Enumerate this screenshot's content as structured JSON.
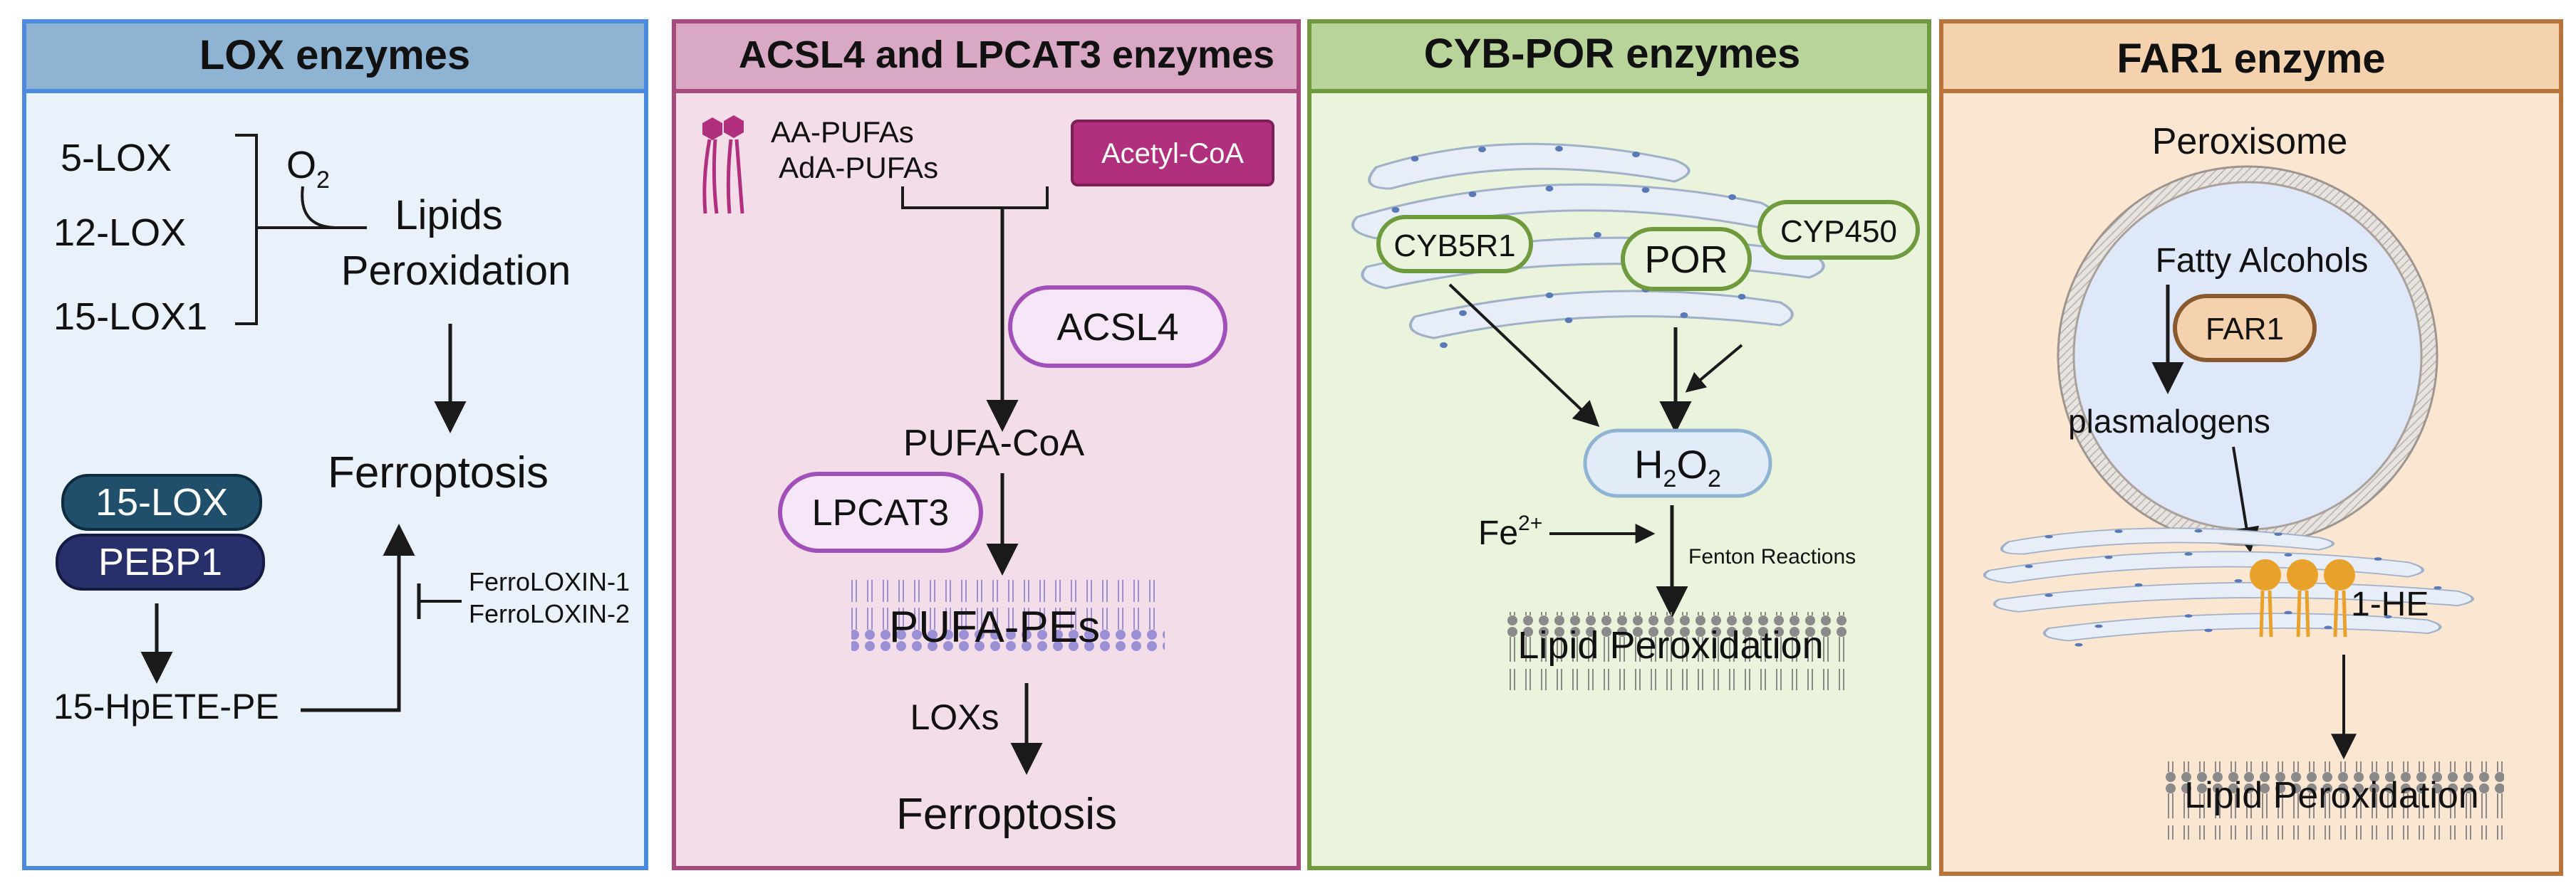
{
  "panels": [
    {
      "title": "LOX enzymes",
      "lox_list": [
        "5-LOX",
        "12-LOX",
        "15-LOX1"
      ],
      "o2_label": "O",
      "o2_sub": "2",
      "lipids_line1": "Lipids",
      "lipids_line2": "Peroxidation",
      "ferroptosis": "Ferroptosis",
      "complex_top": "15-LOX",
      "complex_bottom": "PEBP1",
      "product": "15-HpETE-PE",
      "inhibitors": [
        "FerroLOXIN-1",
        "FerroLOXIN-2"
      ]
    },
    {
      "title": "ACSL4 and LPCAT3 enzymes",
      "substrates": [
        "AA-PUFAs",
        "AdA-PUFAs"
      ],
      "acetyl_coa": "Acetyl-CoA",
      "acsl4": "ACSL4",
      "pufa_coa": "PUFA-CoA",
      "lpcat3": "LPCAT3",
      "pufa_pes": "PUFA-PEs",
      "loxs": "LOXs",
      "ferroptosis": "Ferroptosis"
    },
    {
      "title": "CYB-POR enzymes",
      "cyb5r1": "CYB5R1",
      "por": "POR",
      "cyp450": "CYP450",
      "h2o2": {
        "h": "H",
        "sub1": "2",
        "o": "O",
        "sub2": "2"
      },
      "fe": "Fe",
      "fe_sup": "2+",
      "fenton": "Fenton Reactions",
      "lipid_peroxidation": "Lipid Peroxidation"
    },
    {
      "title": "FAR1 enzyme",
      "peroxisome": "Peroxisome",
      "fatty_alcohols": "Fatty Alcohols",
      "far1": "FAR1",
      "plasmalogens": "plasmalogens",
      "one_he": "1-HE",
      "lipid_peroxidation": "Lipid Peroxidation"
    }
  ],
  "colors": {
    "lox_header": "#8fb3d3",
    "lox_body": "#e9f1fb",
    "lox_border": "#4a8be0",
    "acsl_header": "#d9a8c4",
    "acsl_body": "#f3dde9",
    "acsl_border": "#a84a7e",
    "cyb_header": "#b8d49a",
    "cyb_body": "#eaf4dc",
    "cyb_border": "#6f9a3e",
    "far_header": "#f3d2ad",
    "far_body": "#fbe6d2",
    "far_border": "#b8743a",
    "magenta": "#b0307e",
    "purple": "#a050b8",
    "dark_teal": "#1f4f6b",
    "navy": "#27306a",
    "membrane": "#9b8fd6",
    "er_green": "#6f9a3e",
    "orange": "#e8a12a"
  }
}
